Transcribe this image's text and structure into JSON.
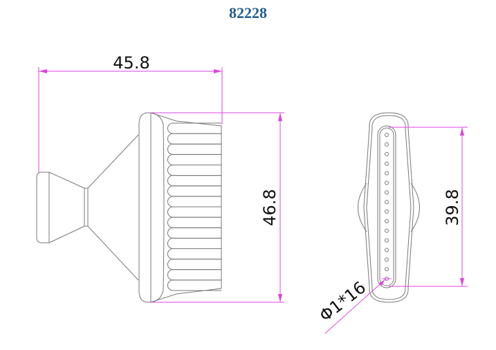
{
  "title": "82228",
  "dimensions": {
    "side_width": "45.8",
    "side_height": "46.8",
    "front_slot_length": "39.8",
    "hole_callout": "Φ1*16"
  },
  "colors": {
    "title": "#1f5b8c",
    "dimension_lines": "#e040e0",
    "outline": "#777777"
  },
  "ridge_count": 16,
  "hole_count": 16
}
